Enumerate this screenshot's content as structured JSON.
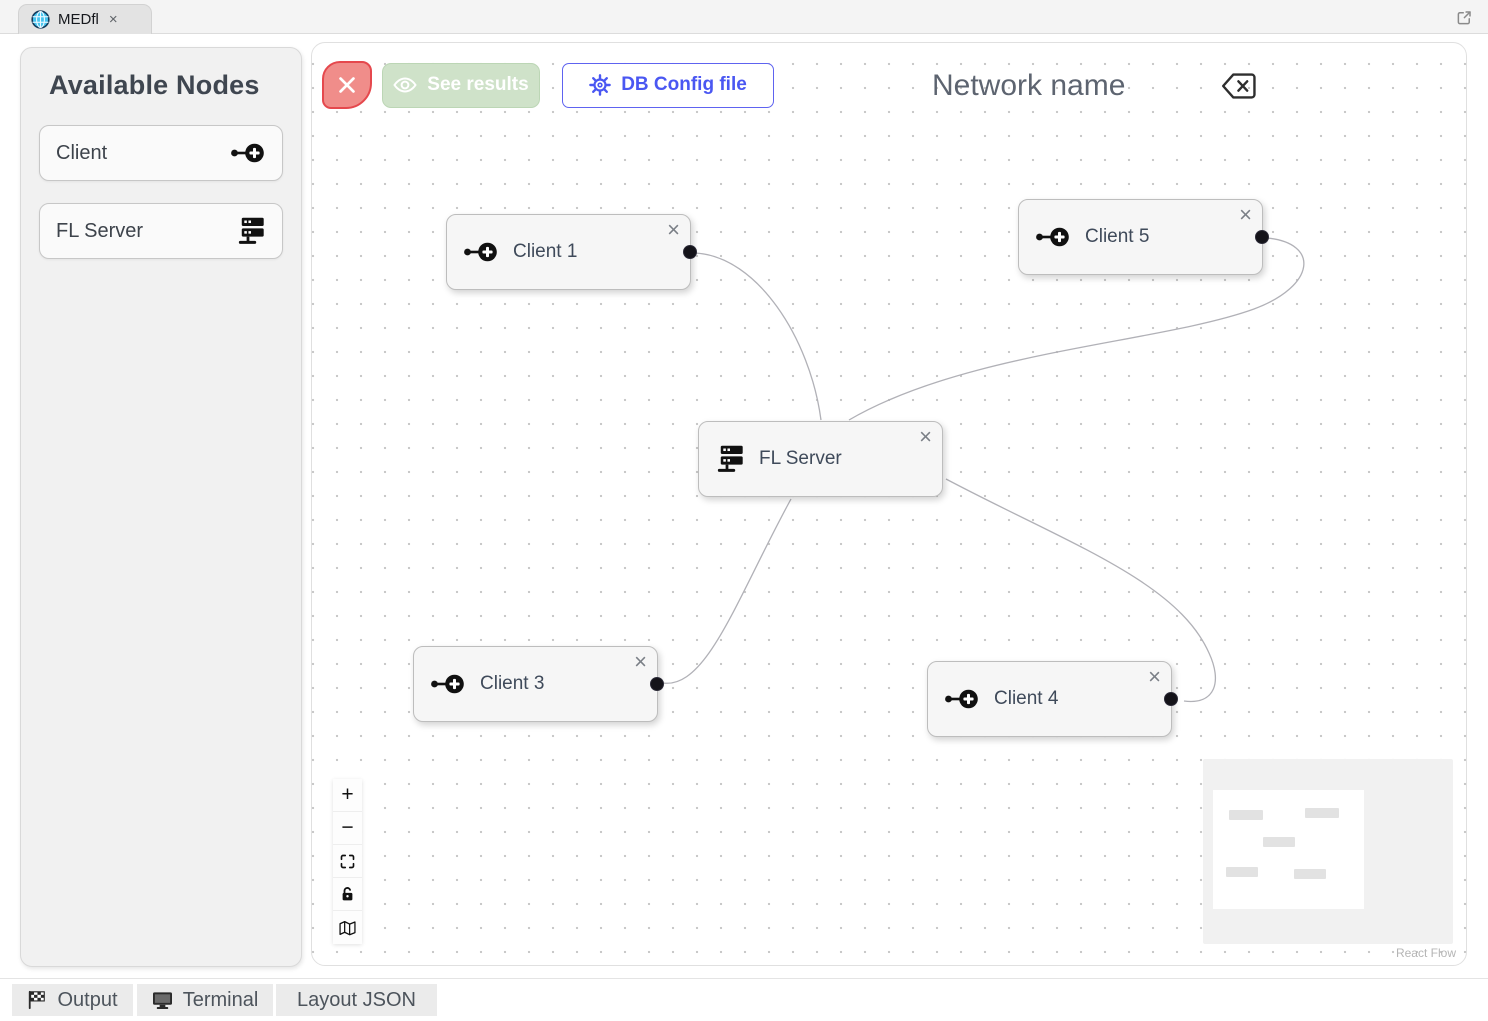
{
  "window": {
    "tab_title": "MEDfl"
  },
  "glyphs": {
    "close": "×",
    "zoom_in": "+",
    "zoom_out": "−"
  },
  "sidebar": {
    "title": "Available Nodes",
    "items": [
      {
        "label": "Client",
        "icon": "client-node-icon"
      },
      {
        "label": "FL Server",
        "icon": "server-icon"
      }
    ]
  },
  "toolbar": {
    "see_results_label": "See results",
    "db_config_label": "DB Config file"
  },
  "network_name": {
    "placeholder": "Network name"
  },
  "canvas": {
    "nodes": [
      {
        "label": "Client 1",
        "type": "client"
      },
      {
        "label": "Client 5",
        "type": "client"
      },
      {
        "label": "FL Server",
        "type": "server"
      },
      {
        "label": "Client 3",
        "type": "client"
      },
      {
        "label": "Client 4",
        "type": "client"
      }
    ],
    "edges": [
      {
        "from": "Client 1",
        "to": "FL Server"
      },
      {
        "from": "Client 5",
        "to": "FL Server"
      },
      {
        "from": "Client 3",
        "to": "FL Server"
      },
      {
        "from": "Client 4",
        "to": "FL Server"
      }
    ]
  },
  "minimap": {
    "attribution": "React Flow"
  },
  "bottom_bar": {
    "tabs": [
      {
        "label": "Output",
        "icon": "flag-icon"
      },
      {
        "label": "Terminal",
        "icon": "monitor-icon"
      },
      {
        "label": "Layout JSON",
        "icon": null
      }
    ]
  },
  "colors": {
    "accent_blue": "#4a57f2",
    "danger_red": "#e5484d",
    "success_green": "#cfe2c9",
    "handle_dark": "#141319",
    "edge_gray": "#b1b1b7",
    "globe_blue": "#45c3ee"
  }
}
